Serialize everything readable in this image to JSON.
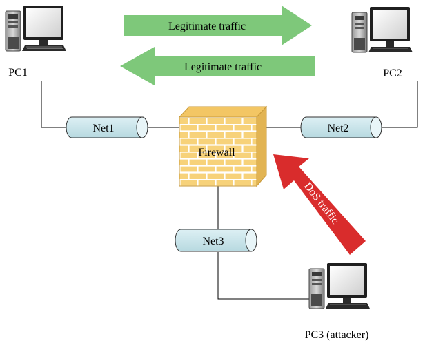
{
  "arrows": {
    "legit_top": "Legitimate traffic",
    "legit_bottom": "Legitimate traffic",
    "dos": "DoS traffic"
  },
  "nodes": {
    "pc1": "PC1",
    "pc2": "PC2",
    "pc3": "PC3 (attacker)",
    "firewall": "Firewall"
  },
  "networks": {
    "net1": "Net1",
    "net2": "Net2",
    "net3": "Net3"
  },
  "colors": {
    "legit_arrow": "#7ec87a",
    "dos_arrow": "#d92c2c",
    "network_tube": "#c9e4ea",
    "firewall_brick": "#f7d27a",
    "firewall_mortar": "#ffffff",
    "pc_dark": "#2a2a2a"
  }
}
